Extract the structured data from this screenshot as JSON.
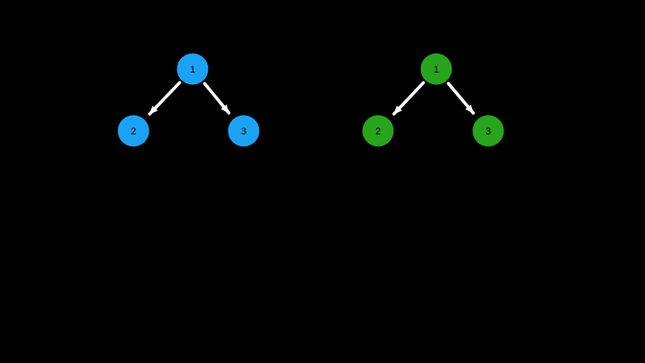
{
  "background_color": "#000000",
  "diagram": {
    "description": "Two identical three-node binary trees, root node 1 with children 2 and 3",
    "arrow_color": "#ffffff",
    "node_label_color": "#000000",
    "trees": [
      {
        "name": "blue-binary-tree",
        "color": "#1ca2f4",
        "nodes": [
          {
            "label": "1"
          },
          {
            "label": "2"
          },
          {
            "label": "3"
          }
        ],
        "edges": [
          {
            "from": "1",
            "to": "2"
          },
          {
            "from": "1",
            "to": "3"
          }
        ]
      },
      {
        "name": "green-binary-tree",
        "color": "#28a41e",
        "nodes": [
          {
            "label": "1"
          },
          {
            "label": "2"
          },
          {
            "label": "3"
          }
        ],
        "edges": [
          {
            "from": "1",
            "to": "2"
          },
          {
            "from": "1",
            "to": "3"
          }
        ]
      }
    ]
  }
}
